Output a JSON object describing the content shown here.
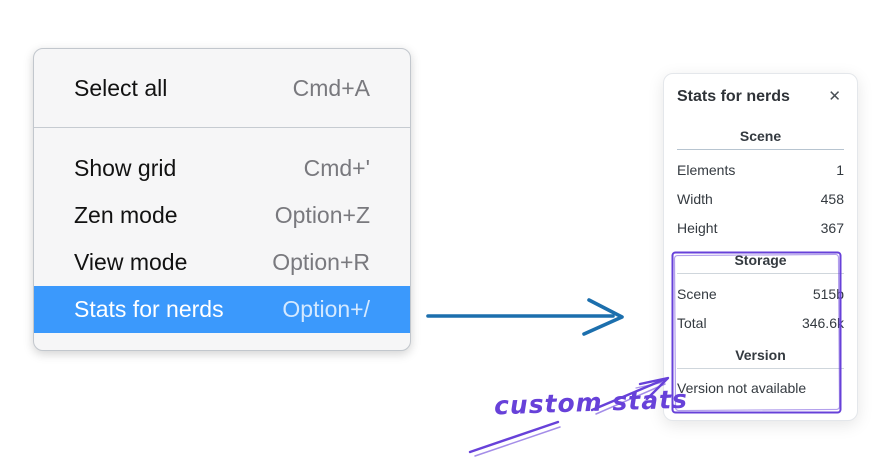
{
  "colors": {
    "menu_highlight": "#3b99fc",
    "blue_arrow": "#1c6fad",
    "purple_annotation": "#6741d9",
    "panel_text": "#343a40"
  },
  "menu": {
    "items": [
      {
        "label": "Select all",
        "shortcut": "Cmd+A"
      },
      {
        "label": "Show grid",
        "shortcut": "Cmd+'"
      },
      {
        "label": "Zen mode",
        "shortcut": "Option+Z"
      },
      {
        "label": "View mode",
        "shortcut": "Option+R"
      },
      {
        "label": "Stats for nerds",
        "shortcut": "Option+/"
      }
    ],
    "selected_item": "Stats for nerds"
  },
  "stats_panel": {
    "title": "Stats for nerds",
    "close_icon": "✕",
    "scene": {
      "heading": "Scene",
      "rows": [
        {
          "label": "Elements",
          "value": "1"
        },
        {
          "label": "Width",
          "value": "458"
        },
        {
          "label": "Height",
          "value": "367"
        }
      ]
    },
    "storage": {
      "heading": "Storage",
      "rows": [
        {
          "label": "Scene",
          "value": "515b"
        },
        {
          "label": "Total",
          "value": "346.6k"
        }
      ]
    },
    "version": {
      "heading": "Version",
      "note": "Version not available"
    }
  },
  "annotation": {
    "label": "custom stats"
  }
}
